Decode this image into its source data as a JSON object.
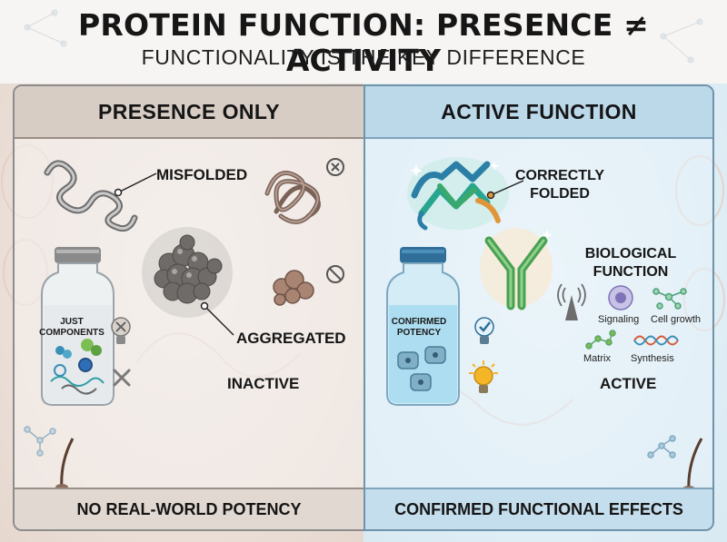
{
  "header": {
    "title": "PROTEIN FUNCTION: PRESENCE ≠ ACTIVITY",
    "subtitle": "FUNCTIONALITY IS THE KEY DIFFERENCE"
  },
  "left_panel": {
    "title": "PRESENCE ONLY",
    "misfolded_label": "MISFOLDED",
    "aggregated_label": "AGGREGATED",
    "vial_label": "JUST\nCOMPONENTS",
    "state_label": "INACTIVE",
    "footer": "NO REAL-WORLD POTENCY"
  },
  "right_panel": {
    "title": "ACTIVE FUNCTION",
    "folded_label": "CORRECTLY\nFOLDED",
    "biological_label": "BIOLOGICAL\nFUNCTION",
    "vial_label": "CONFIRMED\nPOTENCY",
    "functions": [
      "Signaling",
      "Cell growth",
      "Matrix",
      "Synthesis"
    ],
    "state_label": "ACTIVE",
    "footer": "CONFIRMED FUNCTIONAL EFFECTS"
  },
  "colors": {
    "left_accent": "#d8cdc5",
    "right_accent": "#bcd9ea",
    "folded_protein": "#2aa7a0",
    "antibody": "#58b85c",
    "bulb_on": "#f4b526"
  }
}
